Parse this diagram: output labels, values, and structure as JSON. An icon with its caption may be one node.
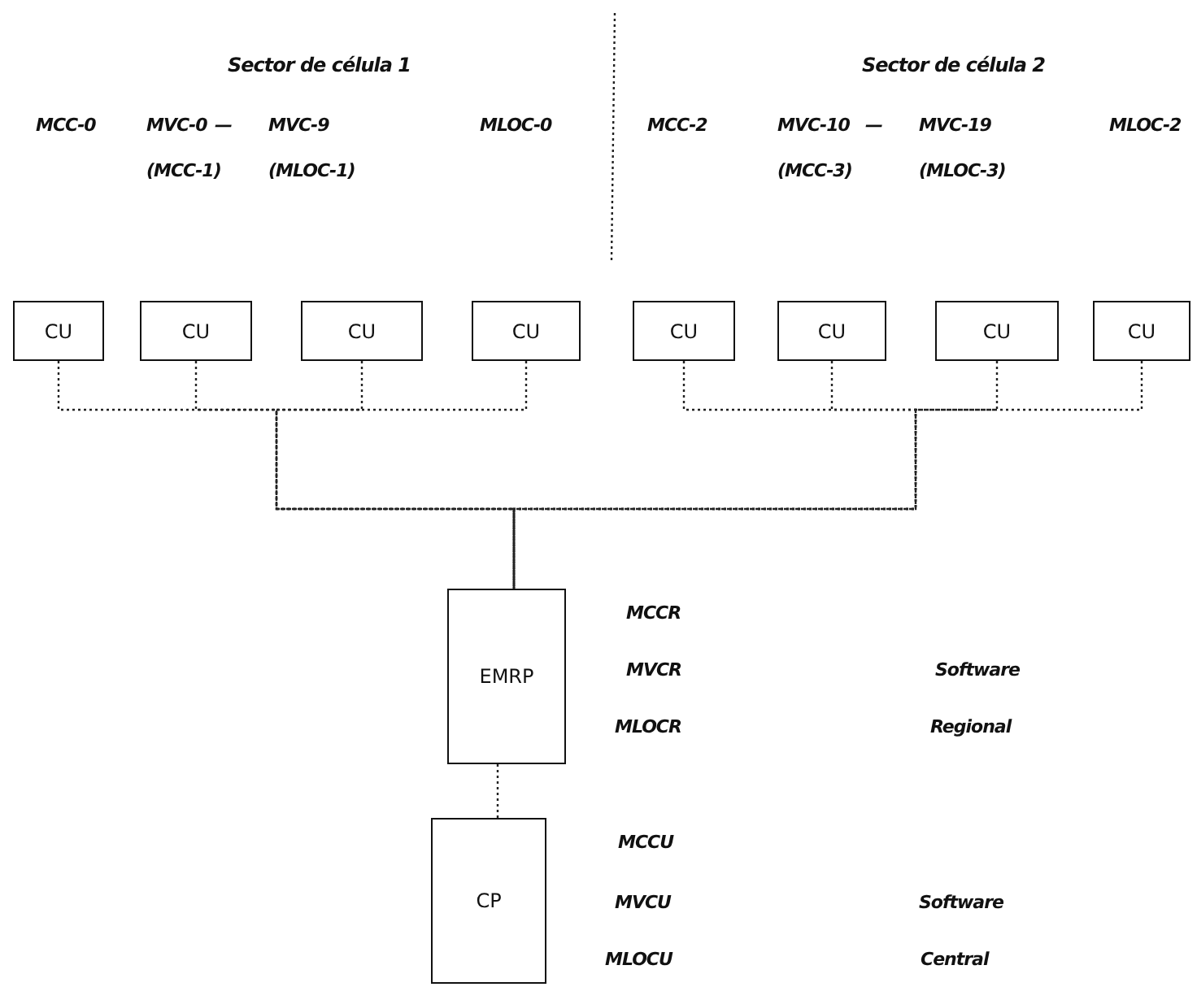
{
  "diagram": {
    "nodes": [
      {
        "text": [
          "CU"
        ]
      },
      {
        "text": [
          "CU"
        ]
      },
      {
        "text": [
          "CU"
        ]
      },
      {
        "text": [
          "CU"
        ]
      },
      {
        "text": [
          "CU"
        ]
      },
      {
        "text": [
          "CU"
        ]
      },
      {
        "text": [
          "CU"
        ]
      },
      {
        "text": [
          "CU"
        ]
      },
      {
        "text": [
          "EMRP"
        ]
      },
      {
        "text": [
          "CP"
        ]
      }
    ],
    "edges": [
      {
        "from": 0,
        "to": 8,
        "arrow": "none"
      },
      {
        "from": 1,
        "to": 8,
        "arrow": "none"
      },
      {
        "from": 2,
        "to": 8,
        "arrow": "none"
      },
      {
        "from": 3,
        "to": 8,
        "arrow": "none"
      },
      {
        "from": 4,
        "to": 8,
        "arrow": "none"
      },
      {
        "from": 5,
        "to": 8,
        "arrow": "none"
      },
      {
        "from": 6,
        "to": 8,
        "arrow": "none"
      },
      {
        "from": 7,
        "to": 8,
        "arrow": "none"
      },
      {
        "from": 8,
        "to": 9,
        "arrow": "none"
      }
    ],
    "labels": [
      "Sector de célula 1",
      "Sector de célula 2",
      "MCC-0",
      "MVC-0",
      "—",
      "MVC-9",
      "MLOC-0",
      "MCC-2",
      "MVC-10",
      "—",
      "MVC-19",
      "MLOC-2",
      "(MCC-1)",
      "(MLOC-1)",
      "(MCC-3)",
      "(MLOC-3)",
      "MCCR",
      "MVCR",
      "Software",
      "MLOCR",
      "Regional",
      "MCCU",
      "MVCU",
      "Software",
      "MLOCU",
      "Central"
    ]
  }
}
